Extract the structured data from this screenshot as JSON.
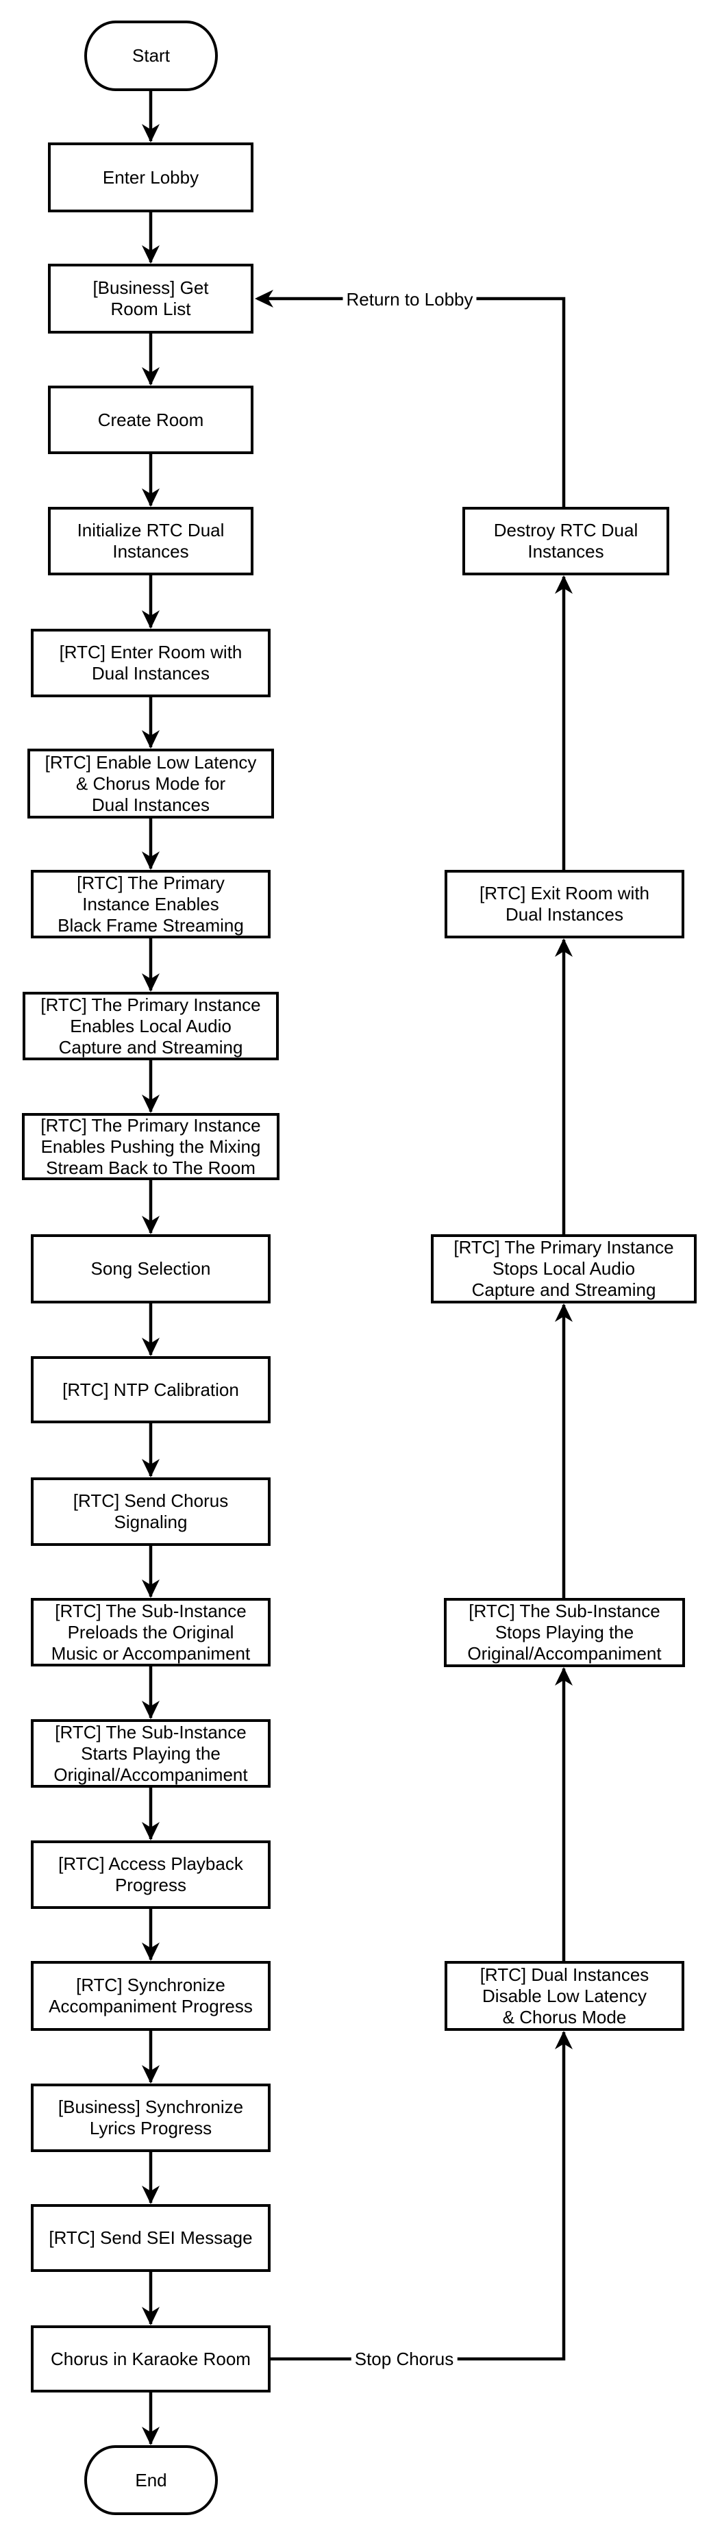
{
  "diagram": {
    "type": "flowchart",
    "background_color": "#ffffff",
    "stroke_color": "#000000",
    "node_fill_color": "#ffffff"
  },
  "nodes": {
    "start": {
      "label": "Start",
      "shape": "terminator"
    },
    "enter_lobby": {
      "label": "Enter Lobby",
      "shape": "process"
    },
    "get_room_list": {
      "label": "[Business] Get\nRoom List",
      "shape": "process"
    },
    "create_room": {
      "label": "Create Room",
      "shape": "process"
    },
    "init_rtc": {
      "label": "Initialize RTC Dual\nInstances",
      "shape": "process"
    },
    "enter_room": {
      "label": "[RTC] Enter Room with\nDual Instances",
      "shape": "process"
    },
    "enable_low_latency": {
      "label": "[RTC] Enable Low Latency\n& Chorus Mode for\nDual Instances",
      "shape": "process"
    },
    "black_frame": {
      "label": "[RTC] The Primary\nInstance Enables\nBlack Frame Streaming",
      "shape": "process"
    },
    "local_audio": {
      "label": "[RTC] The Primary Instance\nEnables Local Audio\nCapture and Streaming",
      "shape": "process"
    },
    "push_mixing": {
      "label": "[RTC] The Primary Instance\nEnables Pushing the Mixing\nStream Back to The Room",
      "shape": "process"
    },
    "song_selection": {
      "label": "Song Selection",
      "shape": "process"
    },
    "ntp_calibration": {
      "label": "[RTC] NTP Calibration",
      "shape": "process"
    },
    "chorus_signaling": {
      "label": "[RTC] Send Chorus\nSignaling",
      "shape": "process"
    },
    "preload": {
      "label": "[RTC] The Sub-Instance\nPreloads the Original\nMusic or Accompaniment",
      "shape": "process"
    },
    "start_playing": {
      "label": "[RTC] The Sub-Instance\nStarts Playing the\nOriginal/Accompaniment",
      "shape": "process"
    },
    "playback_progress": {
      "label": "[RTC] Access Playback\nProgress",
      "shape": "process"
    },
    "sync_accompaniment": {
      "label": "[RTC] Synchronize\nAccompaniment Progress",
      "shape": "process"
    },
    "sync_lyrics": {
      "label": "[Business] Synchronize\nLyrics Progress",
      "shape": "process"
    },
    "send_sei": {
      "label": "[RTC] Send SEI Message",
      "shape": "process"
    },
    "chorus_room": {
      "label": "Chorus in Karaoke Room",
      "shape": "process"
    },
    "end": {
      "label": "End",
      "shape": "terminator"
    },
    "destroy_rtc": {
      "label": "Destroy RTC Dual\nInstances",
      "shape": "process"
    },
    "exit_room": {
      "label": "[RTC] Exit Room with\nDual Instances",
      "shape": "process"
    },
    "stop_local_audio": {
      "label": "[RTC] The Primary Instance\nStops Local Audio\nCapture and Streaming",
      "shape": "process"
    },
    "stop_playing": {
      "label": "[RTC] The Sub-Instance\nStops Playing the\nOriginal/Accompaniment",
      "shape": "process"
    },
    "disable_low_latency": {
      "label": "[RTC] Dual Instances\nDisable Low Latency\n& Chorus Mode",
      "shape": "process"
    }
  },
  "edge_labels": {
    "return_to_lobby": "Return to Lobby",
    "stop_chorus": "Stop Chorus"
  },
  "edges": [
    {
      "from": "start",
      "to": "enter_lobby"
    },
    {
      "from": "enter_lobby",
      "to": "get_room_list"
    },
    {
      "from": "get_room_list",
      "to": "create_room"
    },
    {
      "from": "create_room",
      "to": "init_rtc"
    },
    {
      "from": "init_rtc",
      "to": "enter_room"
    },
    {
      "from": "enter_room",
      "to": "enable_low_latency"
    },
    {
      "from": "enable_low_latency",
      "to": "black_frame"
    },
    {
      "from": "black_frame",
      "to": "local_audio"
    },
    {
      "from": "local_audio",
      "to": "push_mixing"
    },
    {
      "from": "push_mixing",
      "to": "song_selection"
    },
    {
      "from": "song_selection",
      "to": "ntp_calibration"
    },
    {
      "from": "ntp_calibration",
      "to": "chorus_signaling"
    },
    {
      "from": "chorus_signaling",
      "to": "preload"
    },
    {
      "from": "preload",
      "to": "start_playing"
    },
    {
      "from": "start_playing",
      "to": "playback_progress"
    },
    {
      "from": "playback_progress",
      "to": "sync_accompaniment"
    },
    {
      "from": "sync_accompaniment",
      "to": "sync_lyrics"
    },
    {
      "from": "sync_lyrics",
      "to": "send_sei"
    },
    {
      "from": "send_sei",
      "to": "chorus_room"
    },
    {
      "from": "chorus_room",
      "to": "end"
    },
    {
      "from": "chorus_room",
      "to": "disable_low_latency",
      "label": "Stop Chorus"
    },
    {
      "from": "disable_low_latency",
      "to": "stop_playing"
    },
    {
      "from": "stop_playing",
      "to": "stop_local_audio"
    },
    {
      "from": "stop_local_audio",
      "to": "exit_room"
    },
    {
      "from": "exit_room",
      "to": "destroy_rtc"
    },
    {
      "from": "destroy_rtc",
      "to": "get_room_list",
      "label": "Return to Lobby"
    }
  ]
}
